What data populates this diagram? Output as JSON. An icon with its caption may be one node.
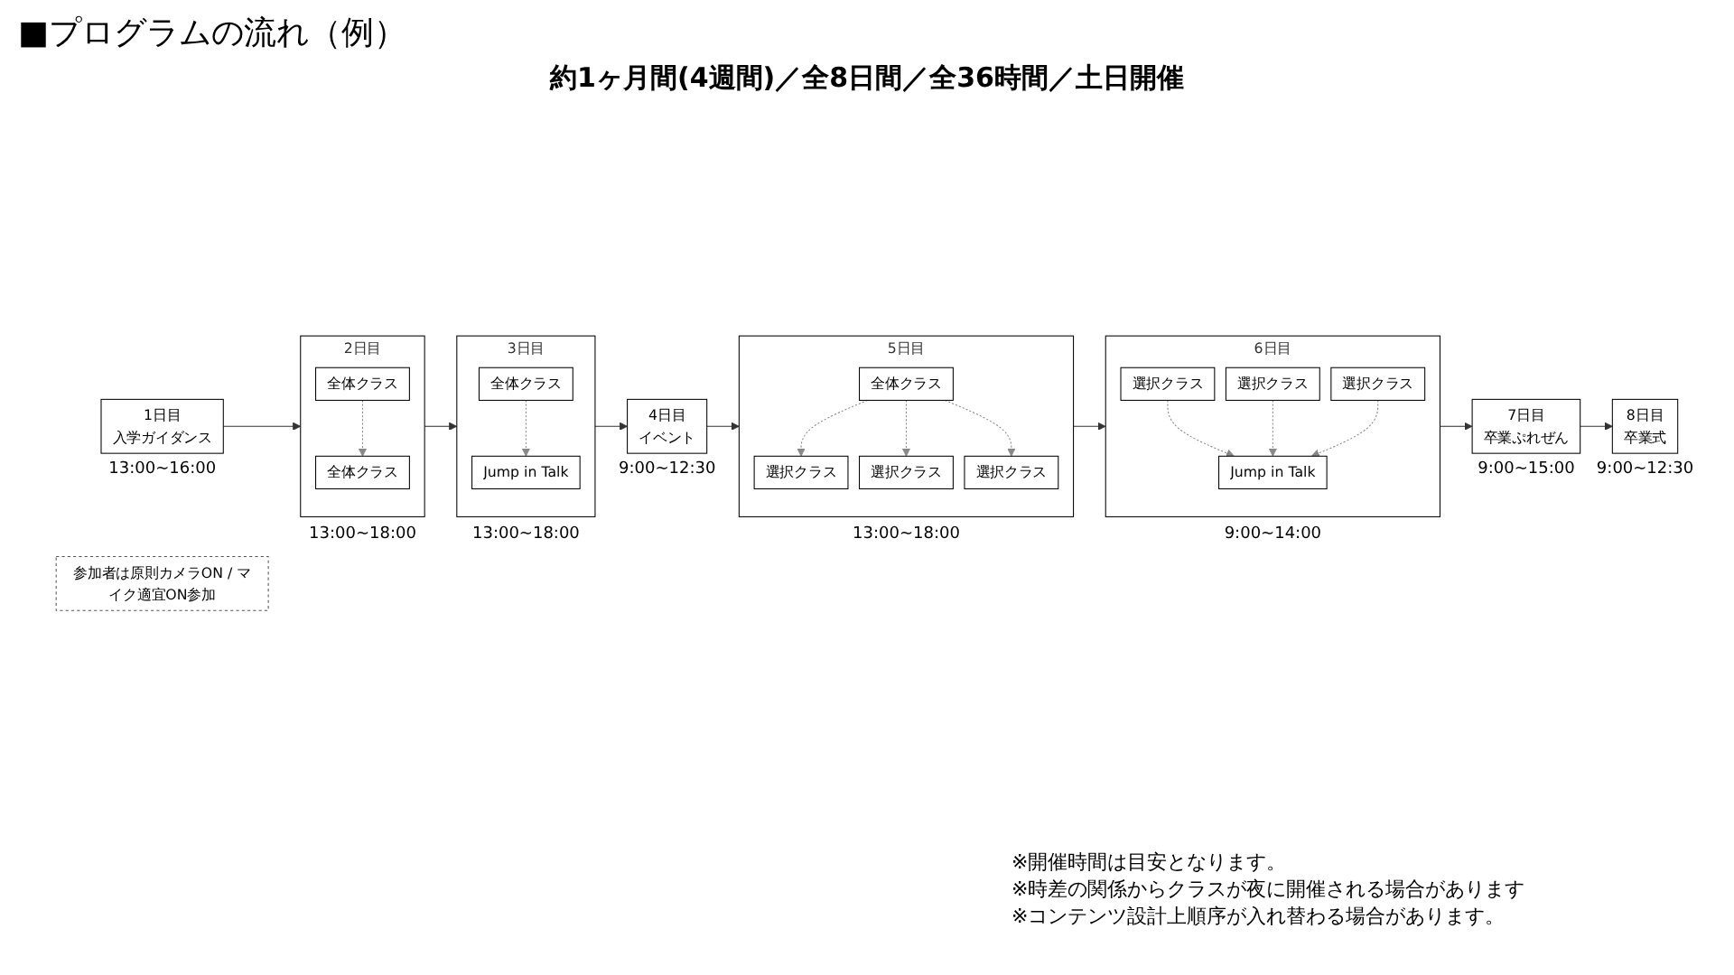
{
  "diagram": {
    "title": "■プログラムの流れ（例）",
    "nodes": [
      {
        "text": [
          "1日目",
          "入学ガイダンス"
        ],
        "beside": [
          "13:00~16:00"
        ]
      },
      {
        "text": [
          "2日目"
        ],
        "beside": [
          "13:00~18:00"
        ]
      },
      {
        "text": [
          "全体クラス"
        ],
        "in": 1
      },
      {
        "text": [
          "全体クラス"
        ],
        "in": 1
      },
      {
        "text": [
          "3日目"
        ],
        "beside": [
          "13:00~18:00"
        ]
      },
      {
        "text": [
          "全体クラス"
        ],
        "in": 4
      },
      {
        "text": [
          "Jump in Talk"
        ],
        "in": 4
      },
      {
        "text": [
          "4日目",
          "イベント"
        ],
        "beside": [
          "9:00~12:30"
        ]
      },
      {
        "text": [
          "5日目"
        ],
        "beside": [
          "13:00~18:00"
        ]
      },
      {
        "text": [
          "全体クラス"
        ],
        "in": 8
      },
      {
        "text": [
          "選択クラス"
        ],
        "in": 8
      },
      {
        "text": [
          "選択クラス"
        ],
        "in": 8
      },
      {
        "text": [
          "選択クラス"
        ],
        "in": 8
      },
      {
        "text": [
          "6日目"
        ],
        "beside": [
          "9:00~14:00"
        ]
      },
      {
        "text": [
          "選択クラス"
        ],
        "in": 13
      },
      {
        "text": [
          "選択クラス"
        ],
        "in": 13
      },
      {
        "text": [
          "選択クラス"
        ],
        "in": 13
      },
      {
        "text": [
          "Jump in Talk"
        ],
        "in": 13
      },
      {
        "text": [
          "7日目",
          "卒業ぷれぜん"
        ],
        "beside": [
          "9:00~15:00"
        ]
      },
      {
        "text": [
          "8日目",
          "卒業式"
        ],
        "beside": [
          "9:00~12:30"
        ]
      },
      {
        "text": [
          "参加者は原則カメラON / マイク適宜ON参加"
        ]
      }
    ],
    "edges": [
      {
        "from": 0,
        "to": 1,
        "arrow": "to"
      },
      {
        "from": 2,
        "to": 3,
        "arrow": "to",
        "style": "dashed",
        "color": "#888888"
      },
      {
        "from": 1,
        "to": 4,
        "arrow": "to"
      },
      {
        "from": 5,
        "to": 6,
        "arrow": "to",
        "style": "dashed",
        "color": "#888888"
      },
      {
        "from": 4,
        "to": 7,
        "arrow": "to"
      },
      {
        "from": 7,
        "to": 8,
        "arrow": "to"
      },
      {
        "from": 9,
        "to": 10,
        "arrow": "to",
        "style": "dashed",
        "color": "#888888"
      },
      {
        "from": 9,
        "to": 11,
        "arrow": "to",
        "style": "dashed",
        "color": "#888888"
      },
      {
        "from": 9,
        "to": 12,
        "arrow": "to",
        "style": "dashed",
        "color": "#888888"
      },
      {
        "from": 8,
        "to": 13,
        "arrow": "to"
      },
      {
        "from": 14,
        "to": 17,
        "arrow": "to",
        "style": "dashed",
        "color": "#888888"
      },
      {
        "from": 15,
        "to": 17,
        "arrow": "to",
        "style": "dashed",
        "color": "#888888"
      },
      {
        "from": 16,
        "to": 17,
        "arrow": "to",
        "style": "dashed",
        "color": "#888888"
      },
      {
        "from": 13,
        "to": 18,
        "arrow": "to"
      },
      {
        "from": 18,
        "to": 19,
        "arrow": "to"
      }
    ],
    "labels": [
      "約1ヶ月間(4週間)／全8日間／全36時間／土日開催",
      "※開催時間は目安となります。",
      "※時差の関係からクラスが夜に開催される場合があります",
      "※コンテンツ設計上順序が入れ替わる場合があります。"
    ]
  }
}
